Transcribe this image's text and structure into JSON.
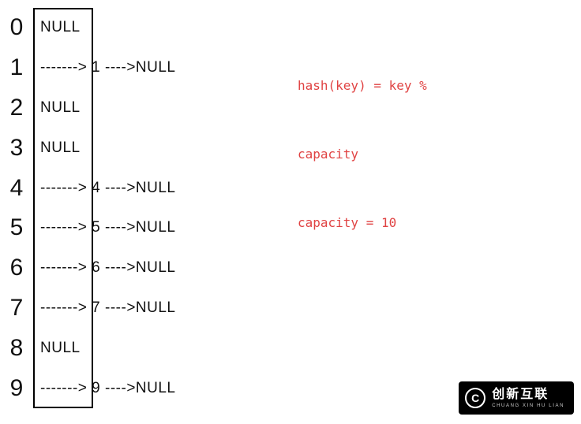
{
  "hash_table": {
    "rows": [
      {
        "index": "0",
        "content": "NULL"
      },
      {
        "index": "1",
        "content": "-------> 1 ---->NULL"
      },
      {
        "index": "2",
        "content": "NULL"
      },
      {
        "index": "3",
        "content": "NULL"
      },
      {
        "index": "4",
        "content": "-------> 4 ---->NULL"
      },
      {
        "index": "5",
        "content": "-------> 5 ---->NULL"
      },
      {
        "index": "6",
        "content": "-------> 6 ---->NULL"
      },
      {
        "index": "7",
        "content": "-------> 7 ---->NULL"
      },
      {
        "index": "8",
        "content": "NULL"
      },
      {
        "index": "9",
        "content": "-------> 9 ---->NULL"
      }
    ]
  },
  "annotation": {
    "lines": [
      "hash(key) = key %",
      "capacity",
      "capacity = 10"
    ],
    "color": "#e04343"
  },
  "watermark": {
    "brand": "创新互联",
    "subtext": "CHUANG XIN HU LIAN",
    "icon_letter": "C"
  }
}
